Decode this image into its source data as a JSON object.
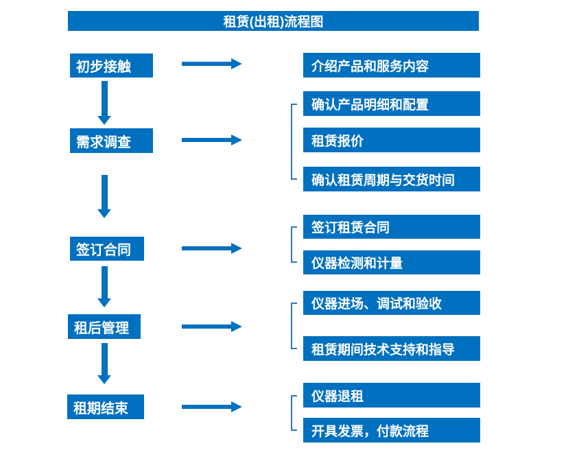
{
  "title": "租赁(出租)流程图",
  "colors": {
    "box_blue": "#0070C0",
    "bracket_blue": "#2E75B6",
    "text_white": "#FFFFFF",
    "background": "#FFFFFF"
  },
  "steps": [
    {
      "label": "初步接触",
      "outputs": [
        "介绍产品和服务内容"
      ]
    },
    {
      "label": "需求调查",
      "outputs": [
        "确认产品明细和配置",
        "租赁报价",
        "确认租赁周期与交货时间"
      ]
    },
    {
      "label": "签订合同",
      "outputs": [
        "签订租赁合同",
        "仪器检测和计量"
      ]
    },
    {
      "label": "租后管理",
      "outputs": [
        "仪器进场、调试和验收",
        "租赁期间技术支持和指导"
      ]
    },
    {
      "label": "租期结束",
      "outputs": [
        "仪器退租",
        "开具发票，付款流程"
      ]
    }
  ]
}
